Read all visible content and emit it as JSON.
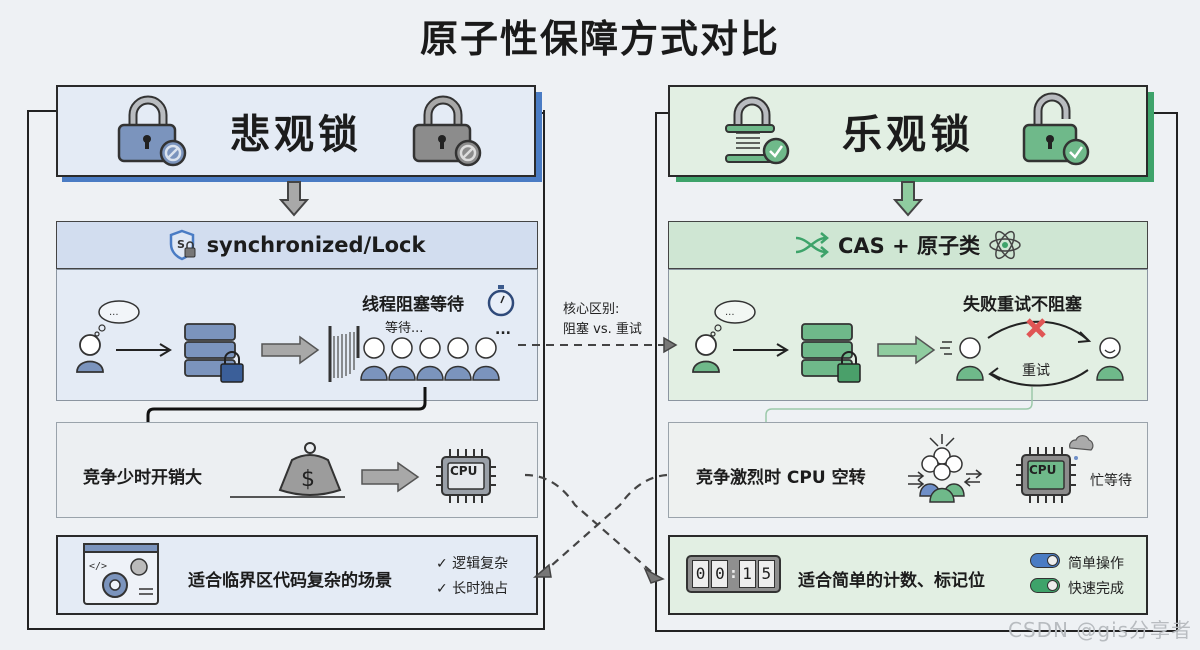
{
  "title": "原子性保障方式对比",
  "colors": {
    "pessimistic_accent": "#4a7cc4",
    "pessimistic_fill": "#e4ebf5",
    "pessimistic_icon": "#7b94bd",
    "optimistic_accent": "#3ea36a",
    "optimistic_fill": "#e2efe3",
    "optimistic_icon": "#6fb98a",
    "error": "#e05555"
  },
  "pessimistic": {
    "header": "悲观锁",
    "mechanism": "synchronized/Lock",
    "flow_label": "线程阻塞等待",
    "waiting_label": "等待...",
    "ellipsis": "...",
    "cost_label": "竞争少时开销大",
    "cpu_label": "CPU",
    "scenario": "适合临界区代码复杂的场景",
    "traits": [
      "✓ 逻辑复杂",
      "✓ 长时独占"
    ]
  },
  "optimistic": {
    "header": "乐观锁",
    "mechanism": "CAS + 原子类",
    "flow_label": "失败重试不阻塞",
    "retry_label": "重试",
    "cost_label": "竞争激烈时 CPU 空转",
    "cpu_label": "CPU",
    "busy_label": "忙等待",
    "scenario": "适合简单的计数、标记位",
    "counter_digits": [
      "0",
      "0",
      ":",
      "1",
      "5"
    ],
    "traits": [
      "简单操作",
      "快速完成"
    ]
  },
  "center": {
    "key_diff_line1": "核心区别:",
    "key_diff_line2": "阻塞 vs. 重试"
  },
  "watermark": "CSDN @gis分享者"
}
